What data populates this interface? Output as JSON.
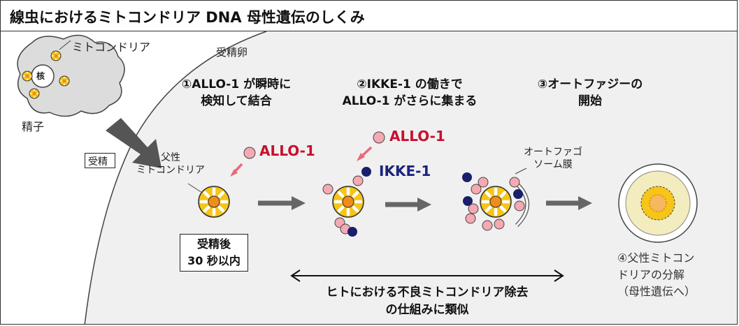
{
  "title": "線虫におけるミトコンドリア DNA 母性遺伝のしくみ",
  "sperm": {
    "mito_label": "ミトコンドリア",
    "nucleus_label": "核",
    "sperm_label": "精子"
  },
  "egg_label": "受精卵",
  "fertilization_label": "受精",
  "steps": {
    "step1_line1": "①ALLO-1 が瞬時に",
    "step1_line2": "検知して結合",
    "step2_line1": "②IKKE-1 の働きで",
    "step2_line2": "ALLO-1 がさらに集まる",
    "step3_line1": "③オートファジーの",
    "step3_line2": "開始"
  },
  "paternal_mito_line1": "父性",
  "paternal_mito_line2": "ミトコンドリア",
  "allo1_label_a": "ALLO-1",
  "allo1_label_b": "ALLO-1",
  "ikke1_label": "IKKE-1",
  "autophagosome_line1": "オートファゴ",
  "autophagosome_line2": "ソーム膜",
  "timing_line1": "受精後",
  "timing_line2": "30 秒以内",
  "similarity_line1": "ヒトにおける不良ミトコンドリア除去",
  "similarity_line2": "の仕組みに類似",
  "step4_line1": "④父性ミトコン",
  "step4_line2": "ドリアの分解",
  "step4_line3": "（母性遺伝へ）",
  "colors": {
    "allo1_red": "#c8102e",
    "ikke1_navy": "#1a237e",
    "mito_yellow": "#f5c518",
    "mito_orange": "#f08c1a",
    "pink_particle": "#f4a9b3",
    "navy_particle": "#1a1f6b",
    "egg_background": "#f0f0f0"
  }
}
